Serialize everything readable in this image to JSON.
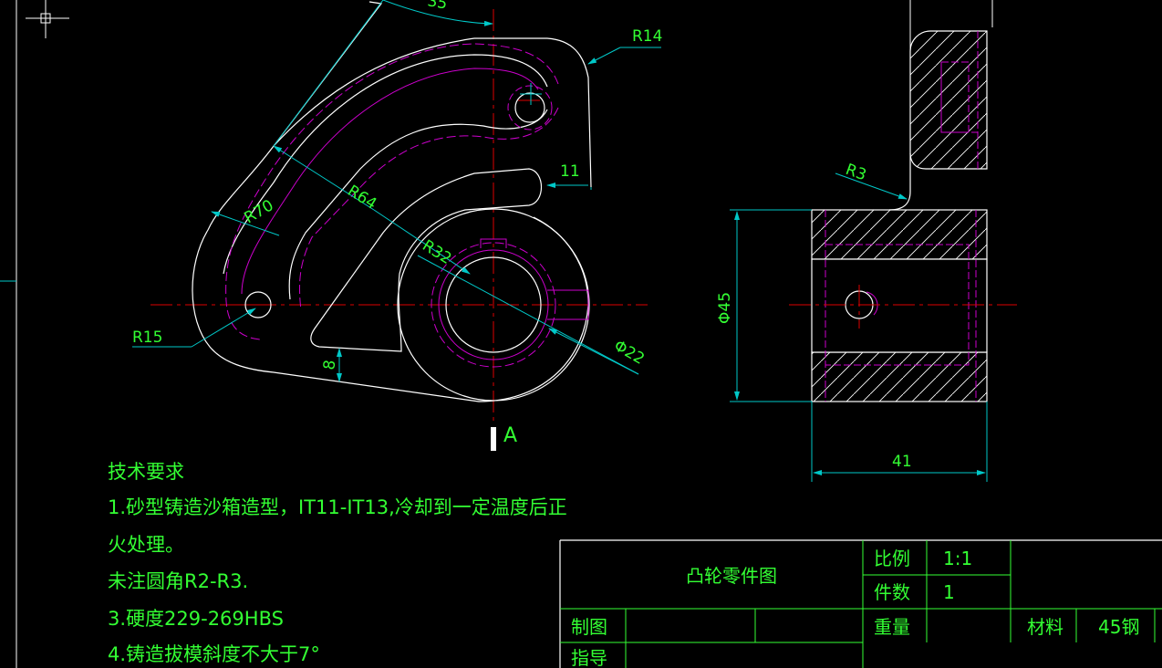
{
  "colors": {
    "background": "#000000",
    "outline": "#ffffff",
    "hidden": "#cc00cc",
    "centerline": "#dd0000",
    "dimension": "#00c8c8",
    "text": "#33ff33"
  },
  "dimensions": {
    "top_angle": "35",
    "r14": "R14",
    "r70": "R70",
    "r64": "R64",
    "r32": "R32",
    "r15": "R15",
    "d22": "Φ22",
    "w11": "11",
    "w8": "8",
    "r3": "R3",
    "d45": "Φ45",
    "w41": "41"
  },
  "view_label": "A",
  "tech_notes": {
    "heading": "技术要求",
    "lines": [
      "1.砂型铸造沙箱造型，IT11-IT13,冷却到一定温度后正",
      "火处理。",
      "未注圆角R2-R3.",
      "3.硬度229-269HBS",
      "4.铸造拔模斜度不大于7°"
    ]
  },
  "title_block": {
    "drawing_name": "凸轮零件图",
    "scale_label": "比例",
    "scale_value": "1:1",
    "count_label": "件数",
    "count_value": "1",
    "drawn_label": "制图",
    "weight_label": "重量",
    "material_label": "材料",
    "material_value": "45钢",
    "guide_label": "指导"
  }
}
